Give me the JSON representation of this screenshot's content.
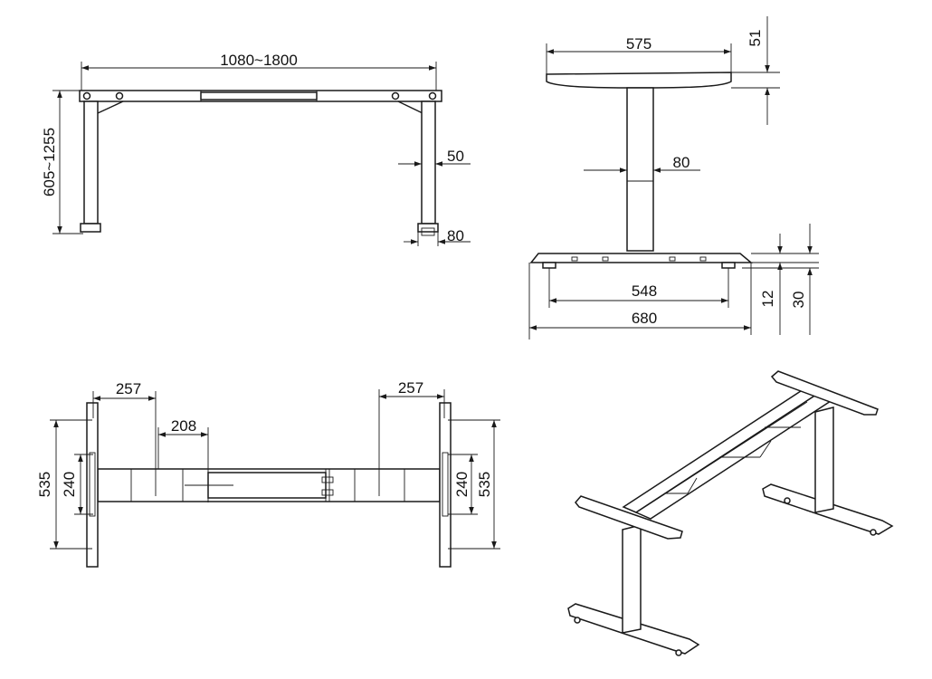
{
  "front_view": {
    "width_label": "1080~1800",
    "height_label": "605~1255",
    "leg_width_label": "50",
    "foot_width_label": "80"
  },
  "side_view": {
    "top_width_label": "575",
    "top_thickness_label": "51",
    "column_width_label": "80",
    "pad_spacing_label": "548",
    "foot_length_label": "680",
    "foot_thickness_label": "12",
    "foot_height_label": "30"
  },
  "top_view": {
    "left_offset_label": "257",
    "right_offset_label": "257",
    "slot_width_label": "208",
    "left_outer_label": "535",
    "left_inner_label": "240",
    "right_inner_label": "240",
    "right_outer_label": "535"
  },
  "colors": {
    "line": "#1a1a1a",
    "background": "#ffffff"
  }
}
